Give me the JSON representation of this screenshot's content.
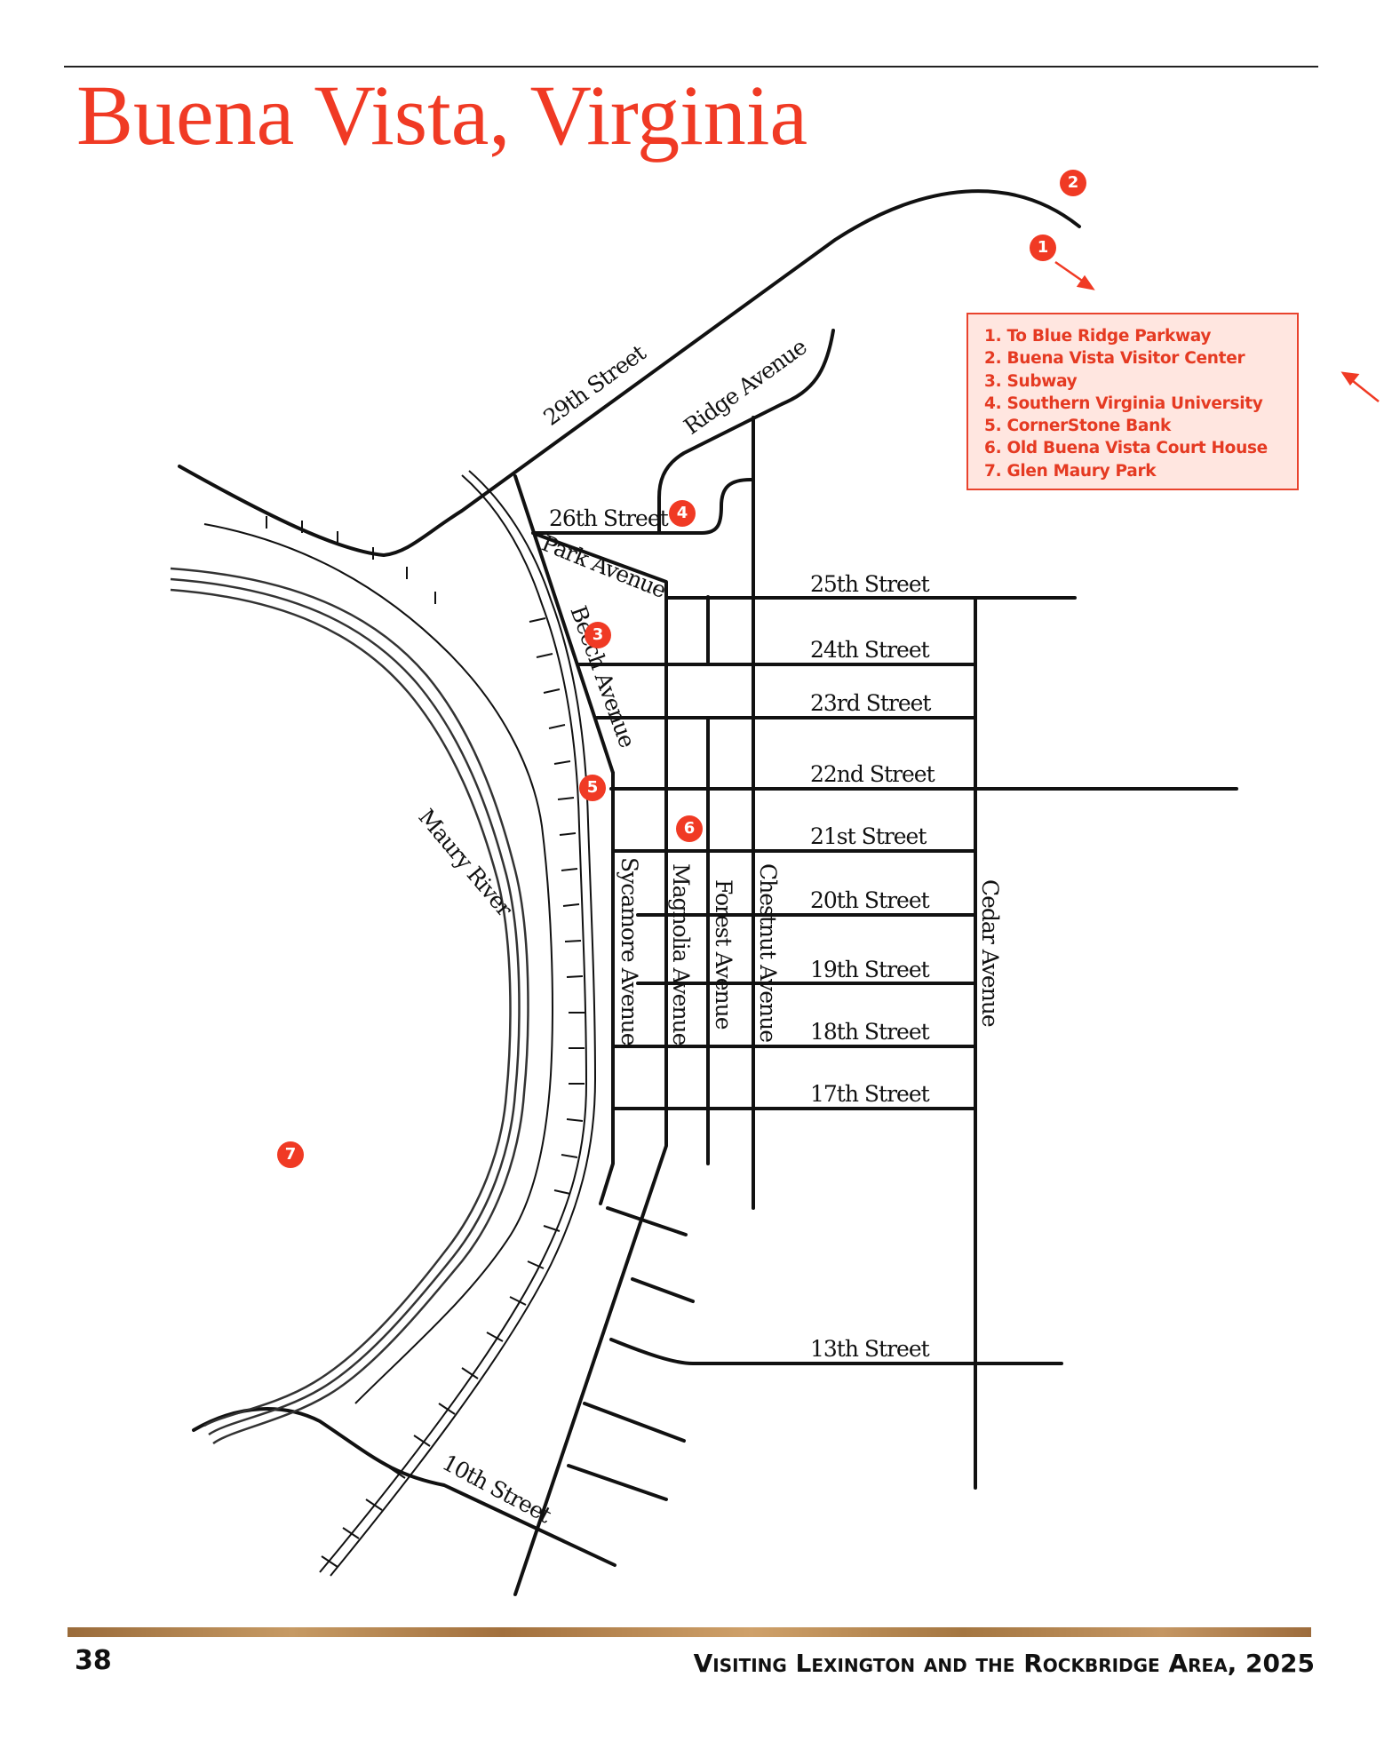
{
  "title": "Buena Vista, Virginia",
  "legend": {
    "items": [
      "1. To Blue Ridge Parkway",
      "2. Buena Vista Visitor Center",
      "3. Subway",
      "4. Southern Virginia University",
      "5. CornerStone Bank",
      "6. Old Buena Vista Court House",
      "7. Glen Maury Park"
    ]
  },
  "markers": [
    "1",
    "2",
    "3",
    "4",
    "5",
    "6",
    "7"
  ],
  "streets": {
    "s29": "29th Street",
    "ridge": "Ridge Avenue",
    "s26": "26th Street",
    "park": "Park Avenue",
    "s25": "25th Street",
    "beech": "Beech Avenue",
    "s24": "24th Street",
    "s23": "23rd Street",
    "s22": "22nd Street",
    "s21": "21st Street",
    "s20": "20th Street",
    "s19": "19th Street",
    "s18": "18th Street",
    "s17": "17th Street",
    "s13": "13th Street",
    "s10": "10th Street",
    "sycamore": "Sycamore Avenue",
    "magnolia": "Magnolia Avenue",
    "forest": "Forest Avenue",
    "chestnut": "Chestnut Avenue",
    "cedar": "Cedar Avenue",
    "river": "Maury River"
  },
  "footer": {
    "page_number": "38",
    "publication": "Visiting Lexington and the Rockbridge Area, 2025"
  },
  "colors": {
    "accent": "#f03a24",
    "legend_bg": "#ffe6e0",
    "street": "#111111"
  }
}
